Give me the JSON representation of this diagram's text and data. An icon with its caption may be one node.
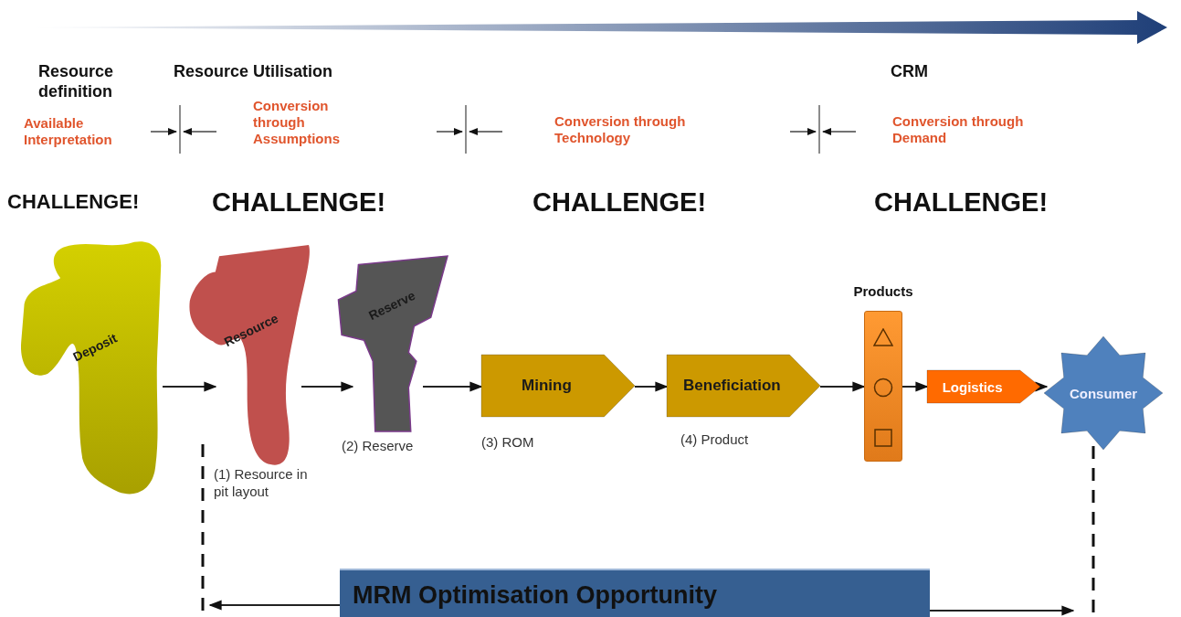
{
  "diagram": {
    "nodes": [
      {
        "text": [
          "Deposit"
        ]
      },
      {
        "text": [
          "Resource"
        ],
        "beside": [
          "(1) Resource in pit layout"
        ]
      },
      {
        "text": [
          "Reserve"
        ],
        "beside": [
          "(2) Reserve"
        ]
      },
      {
        "text": [
          "Mining"
        ],
        "beside": [
          "(3) ROM"
        ]
      },
      {
        "text": [
          "Beneficiation"
        ],
        "beside": [
          "(4) Product"
        ]
      },
      {
        "text": [
          "Products"
        ]
      },
      {
        "text": [
          "Logistics"
        ]
      },
      {
        "text": [
          "Consumer"
        ]
      },
      {
        "text": [
          "MRM Optimisation Opportunity"
        ]
      }
    ],
    "edges": [
      {
        "from": 0,
        "to": 1,
        "arrow": "to"
      },
      {
        "from": 1,
        "to": 2,
        "arrow": "to"
      },
      {
        "from": 2,
        "to": 3,
        "arrow": "to"
      },
      {
        "from": 3,
        "to": 4,
        "arrow": "to"
      },
      {
        "from": 4,
        "to": 5,
        "arrow": "to"
      },
      {
        "from": 5,
        "to": 6,
        "arrow": "to"
      },
      {
        "from": 6,
        "to": 7,
        "arrow": "to"
      },
      {
        "from": 8,
        "to": null,
        "arrow": "to"
      },
      {
        "from": 8,
        "to": null,
        "arrow": "to"
      }
    ],
    "labels": [
      "Resource definition",
      "Resource Utilisation",
      "CRM",
      "Available Interpretation",
      "Conversion through Assumptions",
      "Conversion through Technology",
      "Conversion through Demand",
      "CHALLENGE!",
      "CHALLENGE!",
      "CHALLENGE!",
      "CHALLENGE!"
    ]
  }
}
